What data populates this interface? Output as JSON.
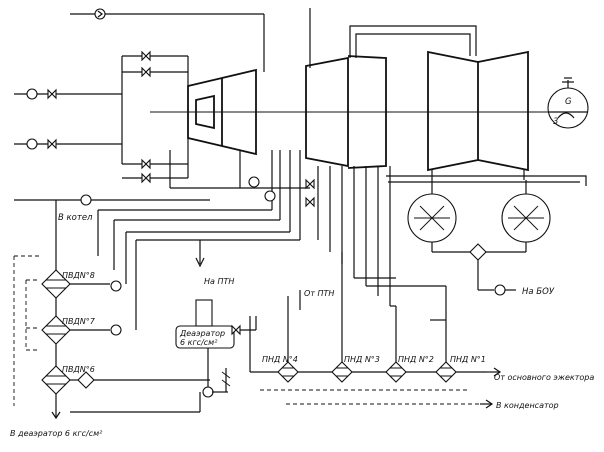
{
  "labels": {
    "to_boiler": "В котел",
    "to_ptn": "На ПТН",
    "from_ptn": "От ПТН",
    "to_bou": "На БОУ",
    "deaerator": "Деаэратор",
    "deaerator_pressure": "6 кгс/см²",
    "from_main_ejector": "От основного эжектора",
    "to_condenser": "В конденсатор",
    "to_deaerator_bottom": "В деаэратор 6 кгс/см²",
    "pvd8": "ПВДN°8",
    "pvd7": "ПВДN°7",
    "pvd6": "ПВДN°6",
    "pnd4": "ПНД N°4",
    "pnd3": "ПНД N°3",
    "pnd2": "ПНД N°2",
    "pnd1": "ПНД N°1",
    "generator": "G",
    "exciter": "3"
  }
}
